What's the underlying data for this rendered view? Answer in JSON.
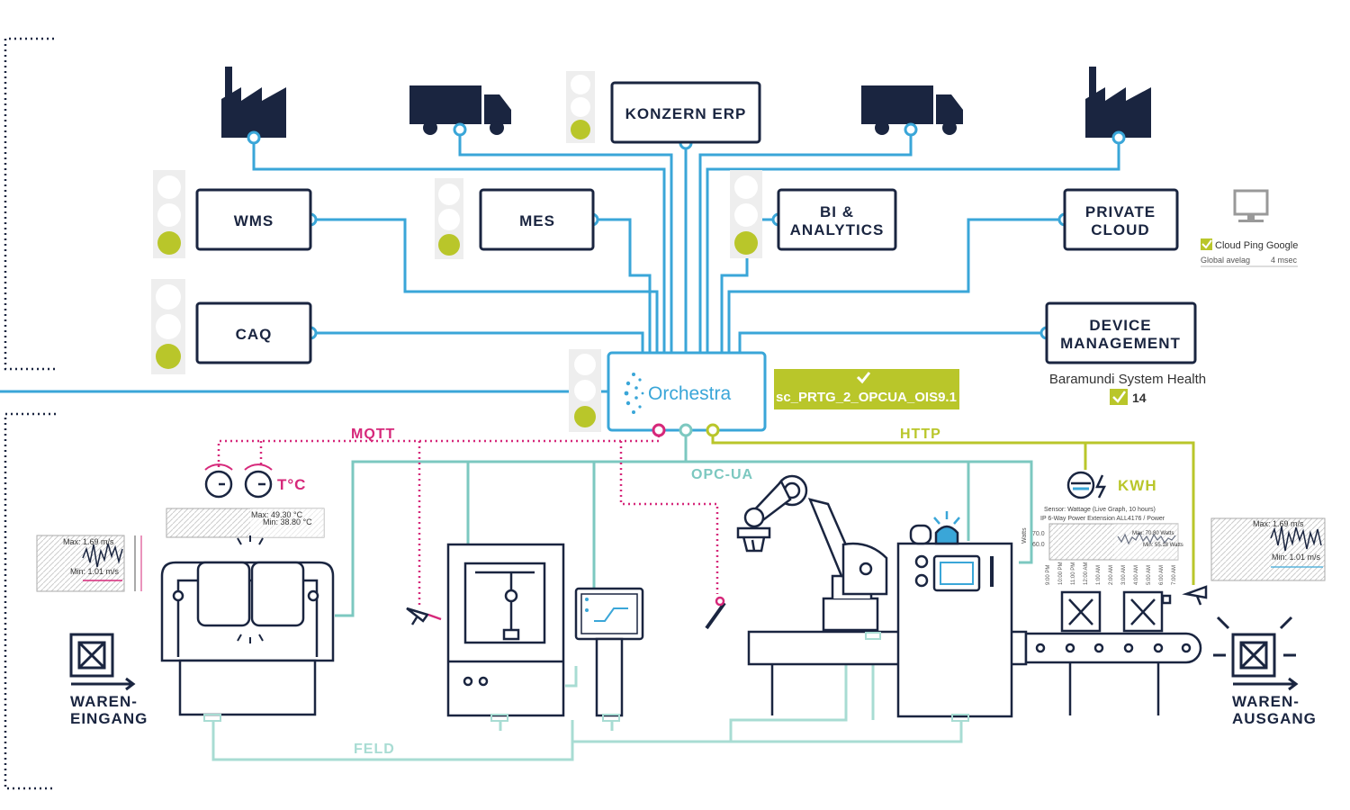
{
  "colors": {
    "navy": "#1a2540",
    "blue": "#3aa6d8",
    "teal": "#7cc8c0",
    "magenta": "#d6287a",
    "lime": "#b9c62a",
    "lightgray": "#eeeeee"
  },
  "systems": {
    "konzern_erp": "KONZERN ERP",
    "wms": "WMS",
    "mes": "MES",
    "bi_1": "BI &",
    "bi_2": "ANALYTICS",
    "private_cloud_1": "PRIVATE",
    "private_cloud_2": "CLOUD",
    "caq": "CAQ",
    "device_mgmt_1": "DEVICE",
    "device_mgmt_2": "MANAGEMENT"
  },
  "hub": {
    "name": "Orchestra",
    "sensor_label": "sc_PRTG_2_OPCUA_OIS9.1"
  },
  "protocols": {
    "mqtt": "MQTT",
    "http": "HTTP",
    "opcua": "OPC-UA",
    "feld": "FELD"
  },
  "cloud_ping": {
    "title": "Cloud Ping Google",
    "sub_left": "Global avelag",
    "sub_right": "4 msec"
  },
  "baramundi": {
    "title": "Baramundi System Health",
    "value": "14"
  },
  "temperature": {
    "unit_label": "T°C",
    "max": "Max: 49.30 °C",
    "min": "Min: 38.80 °C"
  },
  "kwh": {
    "label": "KWH",
    "graph_title_1": "Sensor: Wattage (Live Graph, 10 hours)",
    "graph_title_2": "IP 6-Way Power Extension ALL4176 / Power",
    "y_unit": "Watts",
    "y_ticks": [
      "70.0",
      "60.0"
    ],
    "max": "Max: 70.80 Watts",
    "min": "Min: 55.18 Watts",
    "x_ticks": [
      "9:00 PM",
      "10:00 PM",
      "11:00 PM",
      "12:00 AM",
      "1:00 AM",
      "2:00 AM",
      "3:00 AM",
      "4:00 AM",
      "5:00 AM",
      "6:00 AM",
      "7:00 AM"
    ]
  },
  "vibration_left": {
    "max": "Max: 1.69 m/s",
    "min": "Min: 1.01 m/s"
  },
  "vibration_right": {
    "max": "Max: 1.69 m/s",
    "min": "Min: 1.01 m/s"
  },
  "flow": {
    "in_1": "WAREN-",
    "in_2": "EINGANG",
    "out_1": "WAREN-",
    "out_2": "AUSGANG"
  }
}
